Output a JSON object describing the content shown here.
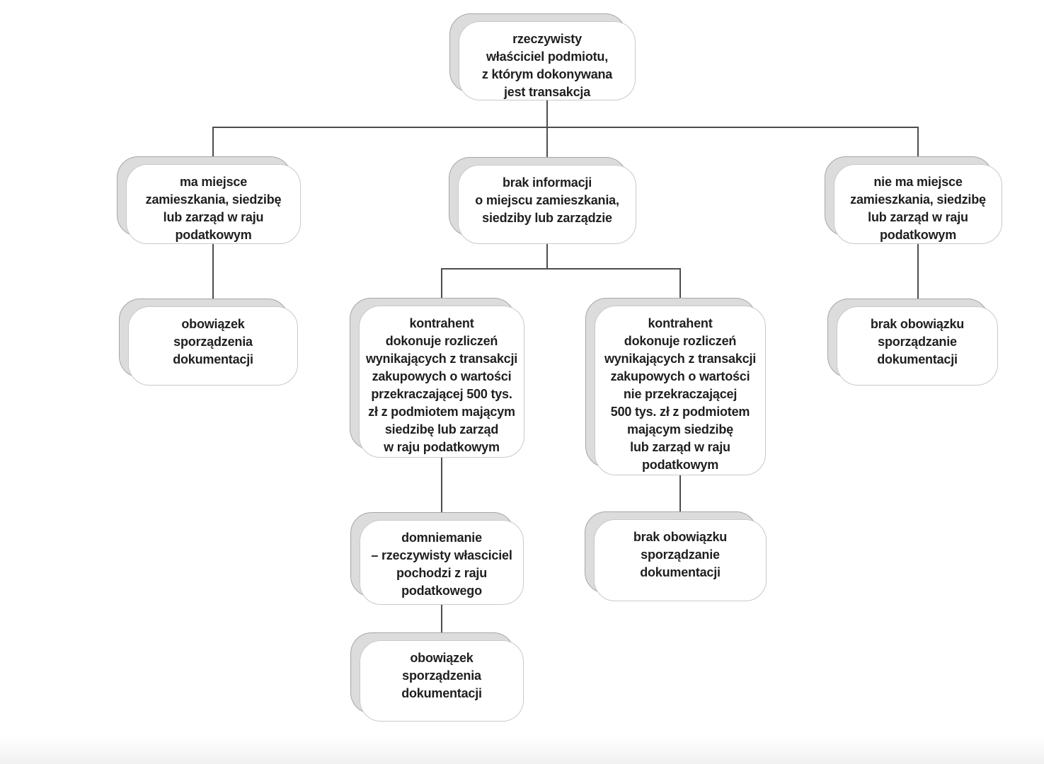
{
  "diagram": {
    "description": "Decision flowchart on transfer-pricing documentation obligation (tax haven counterparty)",
    "nodes": {
      "root": {
        "text": "rzeczywisty\nwłaściciel podmiotu,\nz którym dokonywana\njest transakcja"
      },
      "haven_yes": {
        "text": "ma miejsce\nzamieszkania, siedzibę\nlub zarząd w raju\npodatkowym"
      },
      "no_info": {
        "text": "brak informacji\no miejscu zamieszkania,\nsiedziby lub zarządzie"
      },
      "haven_no": {
        "text": "nie ma miejsce\nzamieszkania, siedzibę\nlub zarząd w raju\npodatkowym"
      },
      "duty_left": {
        "text": "obowiązek\nsporządzenia\ndokumentacji"
      },
      "over_500k": {
        "text": "kontrahent\ndokonuje rozliczeń\nwynikających z transakcji\nzakupowych o wartości\nprzekraczającej 500 tys.\nzł z podmiotem mającym\nsiedzibę lub zarząd\nw raju podatkowym"
      },
      "under_500k": {
        "text": "kontrahent\ndokonuje rozliczeń\nwynikających z transakcji\nzakupowych o wartości\nnie przekraczającej\n500 tys. zł z podmiotem\nmającym siedzibę\nlub zarząd w raju\npodatkowym"
      },
      "no_duty_right": {
        "text": "brak obowiązku\nsporządzanie\ndokumentacji"
      },
      "presumption": {
        "text": "domniemanie\n– rzeczywisty własciciel\npochodzi z raju\npodatkowego"
      },
      "no_duty_mid": {
        "text": "brak obowiązku\nsporządzanie\ndokumentacji"
      },
      "duty_bottom": {
        "text": "obowiązek\nsporządzenia\ndokumentacji"
      }
    },
    "colors": {
      "line": "#4d4d4d",
      "box_fill": "#ffffff",
      "box_border": "#c9c9c9",
      "shadow_fill": "#dcdcdc",
      "shadow_border": "#a6a6a6",
      "text": "#1f1f1f",
      "page_edge": "#f1f1f1"
    }
  }
}
